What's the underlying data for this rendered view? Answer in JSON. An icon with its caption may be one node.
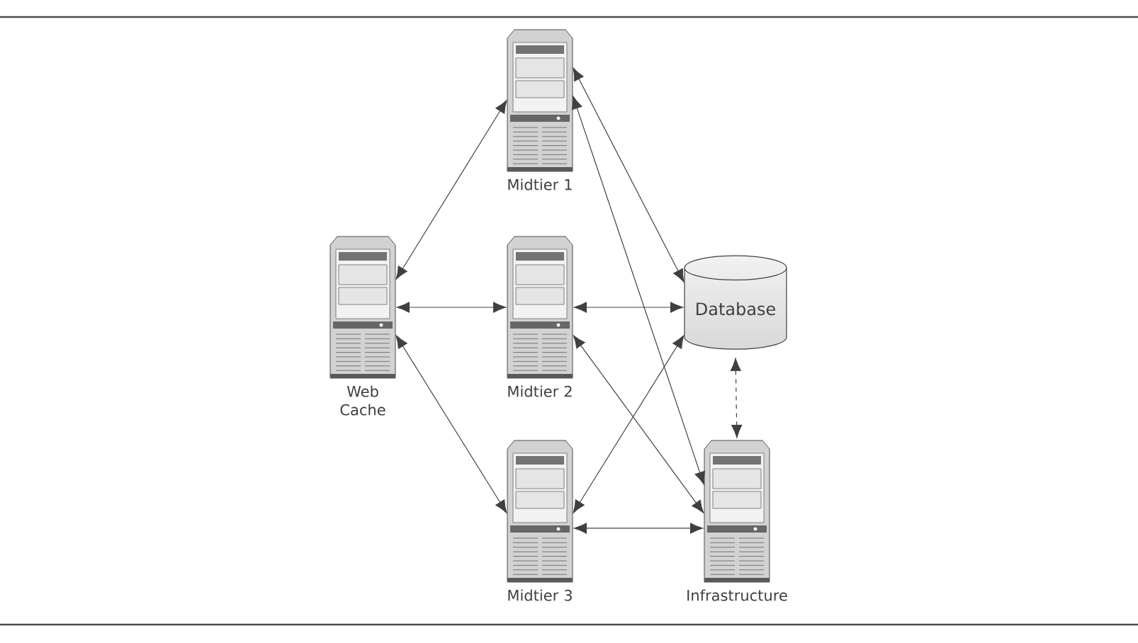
{
  "diagram": {
    "nodes": [
      {
        "text": [
          "Midtier 1"
        ]
      },
      {
        "text": [
          "Web Cache"
        ]
      },
      {
        "text": [
          "Midtier 2"
        ]
      },
      {
        "text": [
          "Database"
        ]
      },
      {
        "text": [
          "Midtier 3"
        ]
      },
      {
        "text": [
          "Infrastructure"
        ]
      }
    ],
    "edges": [
      {
        "from": 1,
        "to": 0,
        "arrow": "both"
      },
      {
        "from": 1,
        "to": 2,
        "arrow": "both"
      },
      {
        "from": 1,
        "to": 4,
        "arrow": "both"
      },
      {
        "from": 0,
        "to": 3,
        "arrow": "both"
      },
      {
        "from": 0,
        "to": 5,
        "arrow": "both"
      },
      {
        "from": 2,
        "to": 3,
        "arrow": "both"
      },
      {
        "from": 2,
        "to": 5,
        "arrow": "both"
      },
      {
        "from": 4,
        "to": 3,
        "arrow": "both"
      },
      {
        "from": 4,
        "to": 5,
        "arrow": "both"
      },
      {
        "from": 3,
        "to": 5,
        "arrow": "both",
        "style": "dashed"
      }
    ]
  }
}
